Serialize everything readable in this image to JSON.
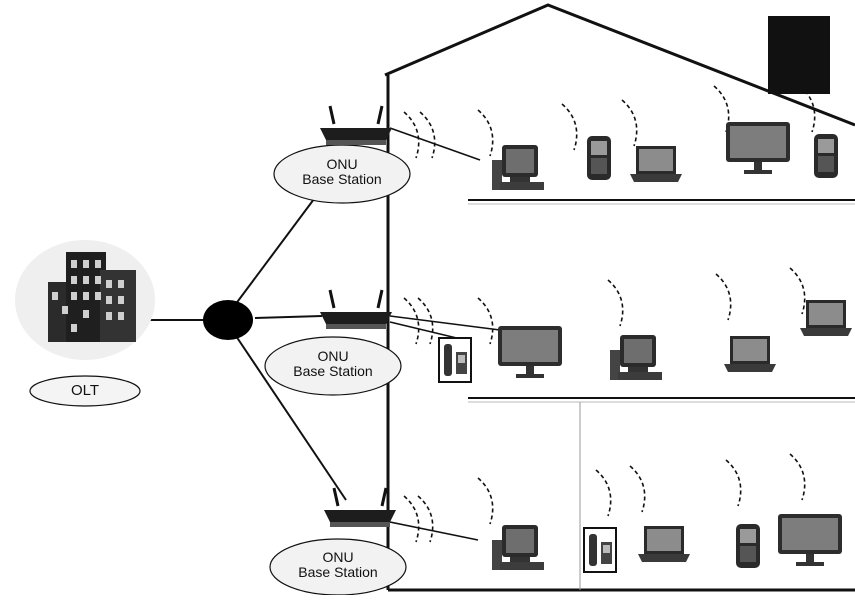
{
  "olt": {
    "label": "OLT"
  },
  "floors": [
    {
      "onu_line1": "ONU",
      "onu_line2": "Base Station",
      "devices": [
        "desktop-pc",
        "pda",
        "laptop",
        "monitor",
        "pda"
      ]
    },
    {
      "onu_line1": "ONU",
      "onu_line2": "Base Station",
      "devices": [
        "phone",
        "monitor",
        "desktop-pc",
        "laptop",
        "laptop"
      ]
    },
    {
      "onu_line1": "ONU",
      "onu_line2": "Base Station",
      "devices": [
        "desktop-pc",
        "phone",
        "laptop",
        "pda",
        "monitor"
      ]
    }
  ],
  "colors": {
    "line": "#111111",
    "splitter": "#000000",
    "ellipse_fill": "#f2f2f2",
    "screen": "#8a8a8a",
    "body": "#3a3a3a"
  }
}
